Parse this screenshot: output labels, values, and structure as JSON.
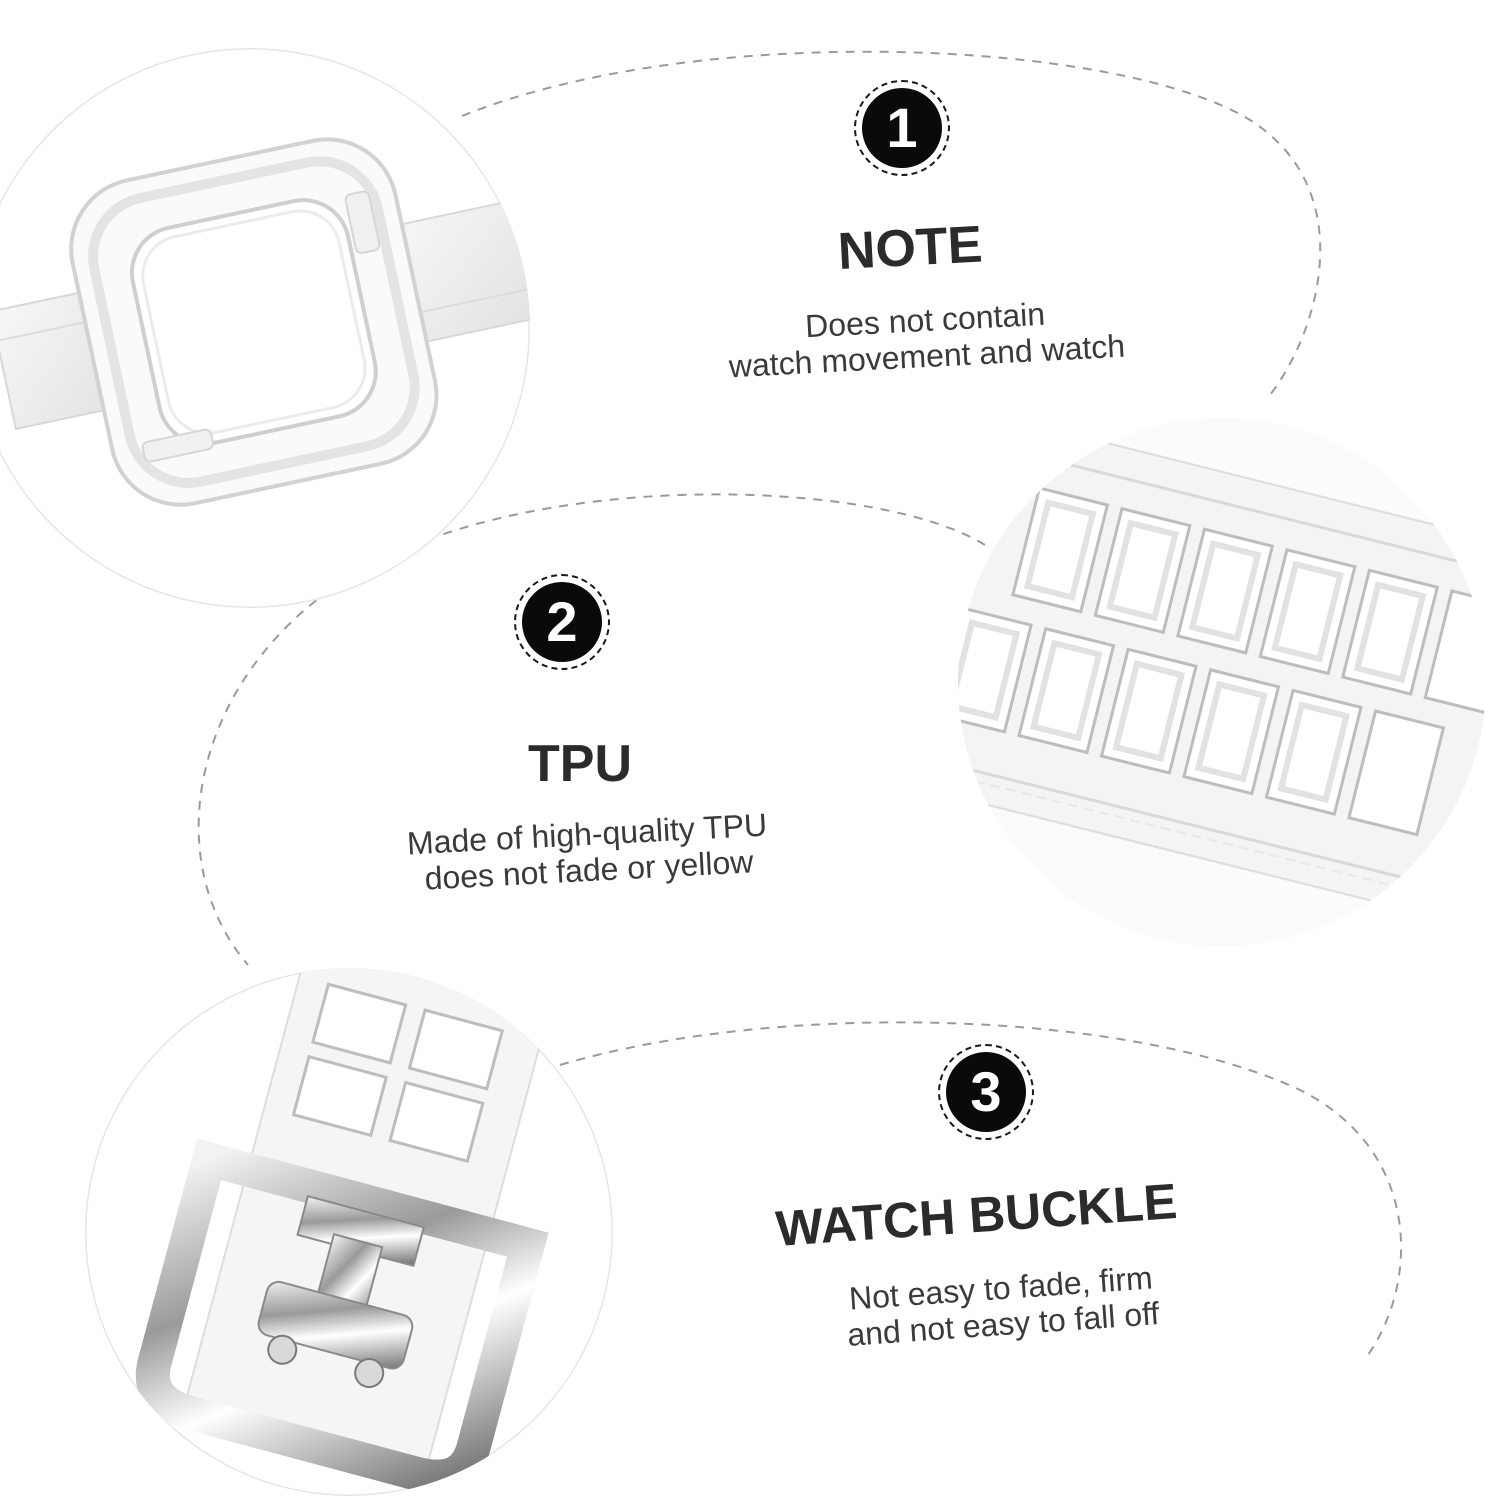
{
  "features": [
    {
      "number": "1",
      "title": "NOTE",
      "desc_line1": "Does not contain",
      "desc_line2": "watch movement and watch"
    },
    {
      "number": "2",
      "title": "TPU",
      "desc_line1": "Made of high-quality TPU",
      "desc_line2": "does not fade or yellow"
    },
    {
      "number": "3",
      "title": "WATCH BUCKLE",
      "desc_line1": "Not easy to fade, firm",
      "desc_line2": "and not easy to fall off"
    }
  ],
  "photos": {
    "photo_1": "clear-watch-case-photo",
    "photo_2": "clear-strap-texture-photo",
    "photo_3": "steel-buckle-photo"
  },
  "colors": {
    "badge": "#0a0a0a",
    "heading": "#2b2b2b",
    "text": "#3a3a3a",
    "dashed_line": "#9a9a9a"
  }
}
